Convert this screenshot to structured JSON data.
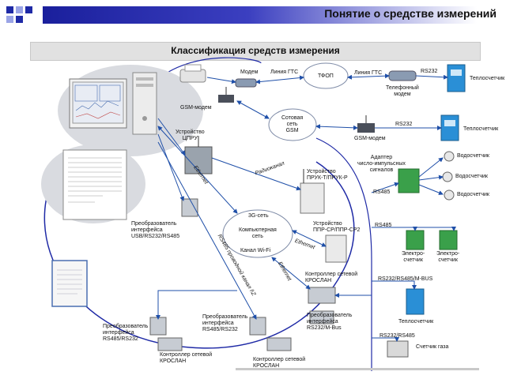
{
  "header": {
    "title": "Понятие о средстве измерений"
  },
  "section": {
    "title": "Классификация средств измерения"
  },
  "nodes": {
    "modem": "Модем",
    "line_gts_1": "Линия ГТС",
    "tfop": "ТФОП",
    "line_gts_2": "Линия ГТС",
    "rs232_top": "RS232",
    "heat_meter_1": "Теплосчетчик",
    "phone_modem": "Телефонный\nмодем",
    "gsm_modem_1": "GSM-модем",
    "cell_network": "Сотовая\nсеть\nGSM",
    "rs232_mid": "RS232",
    "heat_meter_2": "Теплосчетчик",
    "gsm_modem_2": "GSM-модем",
    "cpru": "Устройство\nЦПРУ",
    "radio_channel": "Радиоканал",
    "pruk": "Устройство\nПРУК-Т/ПРУК-Р",
    "adapter": "Адаптер\nчисло-импульсных\nсигналов",
    "water_1": "Водосчетчик",
    "water_2": "Водосчетчик",
    "water_3": "Водосчетчик",
    "rs485_a": "RS485",
    "ethernet_1": "Ethernet",
    "net_3g": "3G-сеть",
    "computer_net": "Компьютерная\nсеть",
    "wifi": "Канал Wi-Fi",
    "usb_converter": "Преобразователь\nинтерфейса\nUSB/RS232/RS485",
    "ppr": "Устройство\nППР-СР/ППР-СР2",
    "rs485_b": "RS485",
    "ethernet_2": "Ethernet",
    "ethernet_3": "Ethernet",
    "kroslan_1": "Контроллер сетевой\nКРОСЛАН",
    "elec_1": "Электро-\nсчетчик",
    "elec_2": "Электро-\nсчетчик",
    "rs485_wire": "RS485 проводной канал I\\Z",
    "rs232_mbus": "RS232/RS485/M-BUS",
    "conv_rs232_mbus": "Преобразователь\nинтерфейса\nRS232/M-Bus",
    "heat_meter_3": "Теплосчетчик",
    "conv_rs485_rs232_left": "Преобразователь\nинтерфейса\nRS485/RS232",
    "conv_rs485_rs232_mid": "Преобразователь\nинтерфейса\nRS485/RS232",
    "rs232_rs485": "RS232/RS485",
    "gas_meter": "Счетчик газа",
    "kroslan_2": "Контроллер сетевой\nКРОСЛАН",
    "kroslan_3": "Контроллер сетевой\nКРОСЛАН"
  },
  "colors": {
    "accent": "#1f2aa6",
    "line": "#1f4fa8",
    "band": "#e1e1e1",
    "meter": "#2a8fd6",
    "tank": "#3aa04a"
  }
}
